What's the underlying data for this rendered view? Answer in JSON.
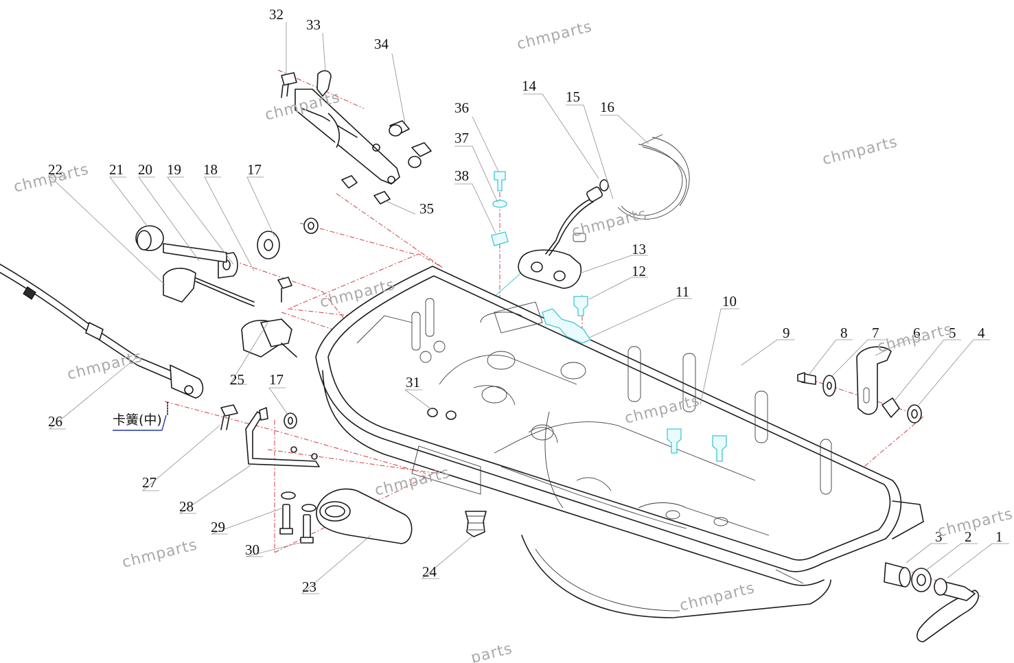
{
  "diagram": {
    "watermark": "chmparts",
    "watermark_partial": "parts",
    "chinese_label": "卡簧(中)",
    "callouts": [
      "1",
      "2",
      "3",
      "4",
      "5",
      "6",
      "7",
      "8",
      "9",
      "10",
      "11",
      "12",
      "13",
      "14",
      "15",
      "16",
      "17",
      "17",
      "18",
      "19",
      "20",
      "21",
      "22",
      "23",
      "24",
      "25",
      "26",
      "27",
      "28",
      "29",
      "30",
      "31",
      "32",
      "33",
      "34",
      "35",
      "36",
      "37",
      "38"
    ]
  }
}
